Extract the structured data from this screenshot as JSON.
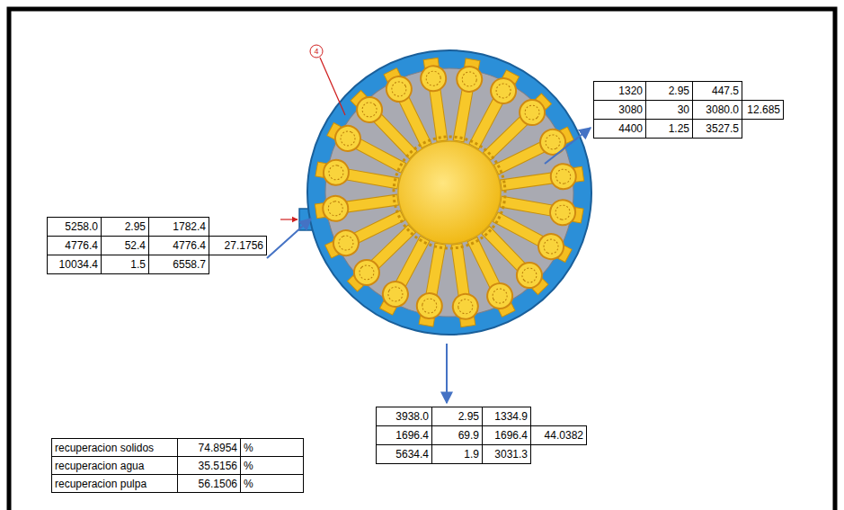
{
  "diagram": {
    "labels": [
      "1320",
      "2.95",
      "447.5",
      "3080",
      "30",
      "3080.0",
      "12.685",
      "4400",
      "1.25",
      "3527.5",
      "5258.0",
      "2.95",
      "1782.4",
      "4776.4",
      "52.4",
      "4776.4",
      "27.1756",
      "10034.4",
      "1.5",
      "6558.7",
      "3938.0",
      "2.95",
      "1334.9",
      "1696.4",
      "69.9",
      "1696.4",
      "44.0382",
      "5634.4",
      "1.9",
      "3031.3",
      "recuperacion solidos",
      "74.8954",
      "%",
      "recuperacion agua",
      "35.5156",
      "%",
      "recuperacion pulpa",
      "56.1506",
      "%",
      "4"
    ]
  }
}
